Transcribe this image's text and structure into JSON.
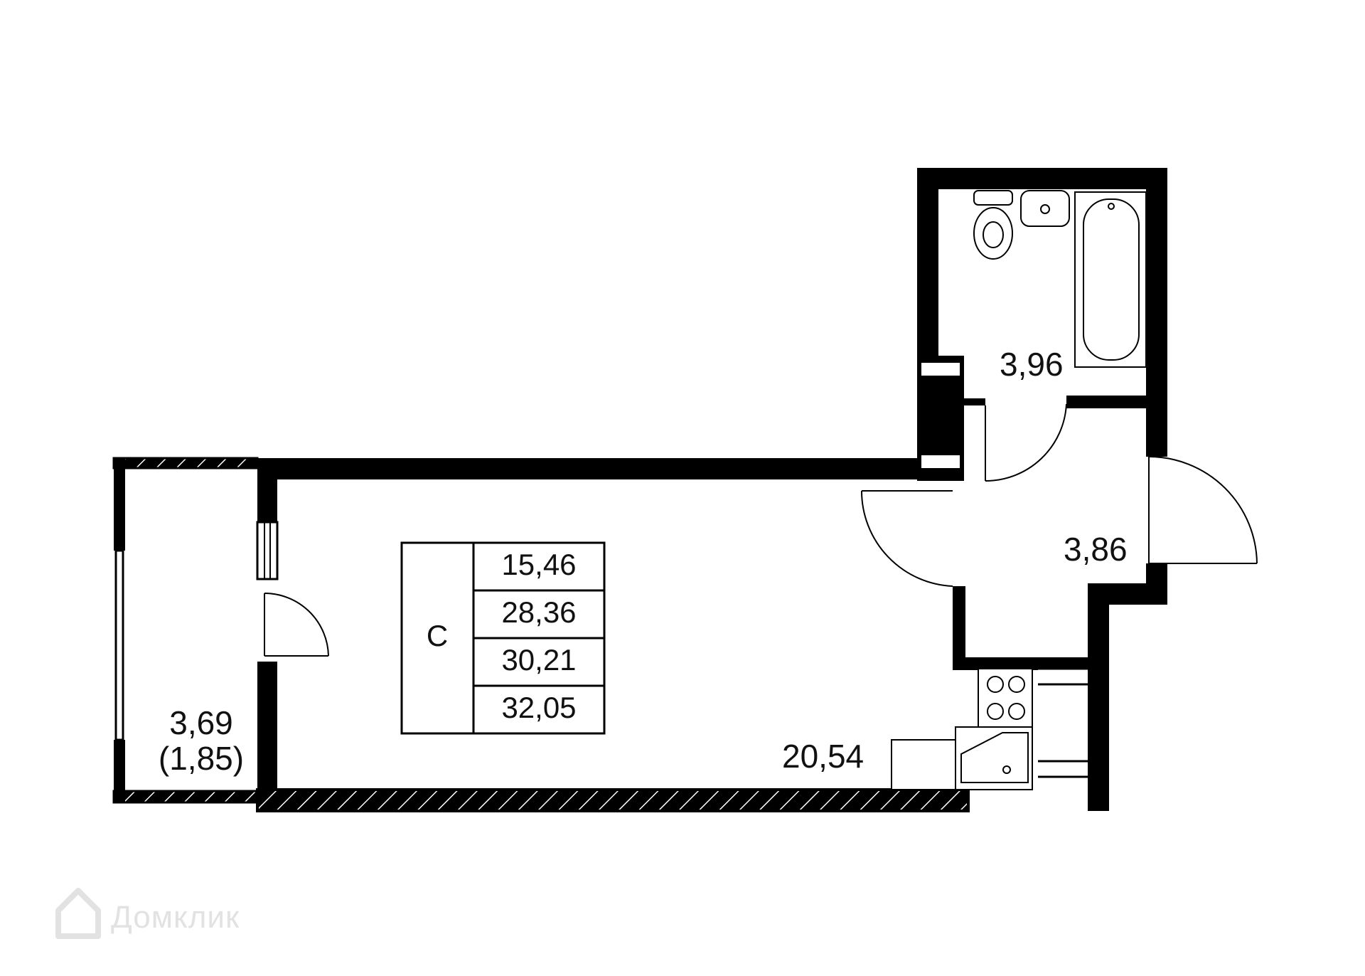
{
  "rooms": {
    "bathroom": "3,96",
    "hall": "3,86",
    "main_room": "20,54",
    "balcony_area": "3,69",
    "balcony_reduced": "(1,85)"
  },
  "summary": {
    "type": "С",
    "areas": [
      "15,46",
      "28,36",
      "30,21",
      "32,05"
    ]
  },
  "watermark": "Домклик"
}
